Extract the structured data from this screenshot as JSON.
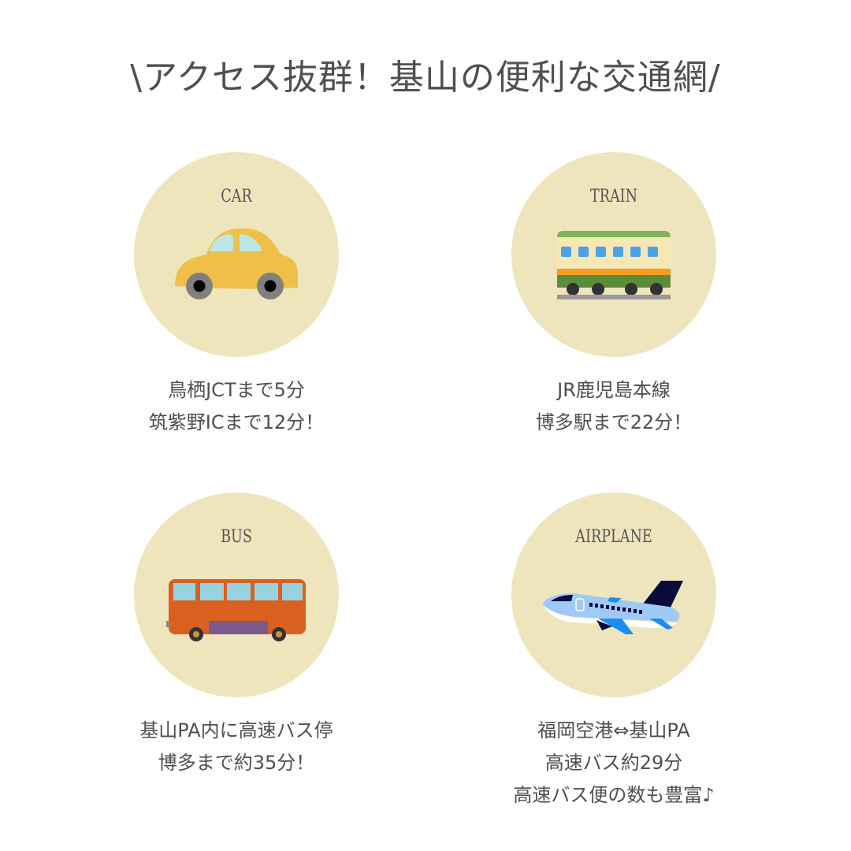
{
  "title": "\\アクセス抜群！基山の便利な交通網/",
  "cards": [
    {
      "label": "CAR",
      "icon": "car-icon",
      "lines": [
        "鳥栖JCTまで5分",
        "筑紫野ICまで12分！"
      ]
    },
    {
      "label": "TRAIN",
      "icon": "train-icon",
      "lines": [
        "JR鹿児島本線",
        "博多駅まで22分！"
      ]
    },
    {
      "label": "BUS",
      "icon": "bus-icon",
      "lines": [
        "基山PA内に高速バス停",
        "博多まで約35分！"
      ]
    },
    {
      "label": "AIRPLANE",
      "icon": "airplane-icon",
      "lines": [
        "福岡空港⇔基山PA",
        "高速バス約29分",
        "高速バス便の数も豊富♪"
      ]
    }
  ],
  "colors": {
    "circle": "#efe5bd",
    "text": "#4f4f4f"
  }
}
